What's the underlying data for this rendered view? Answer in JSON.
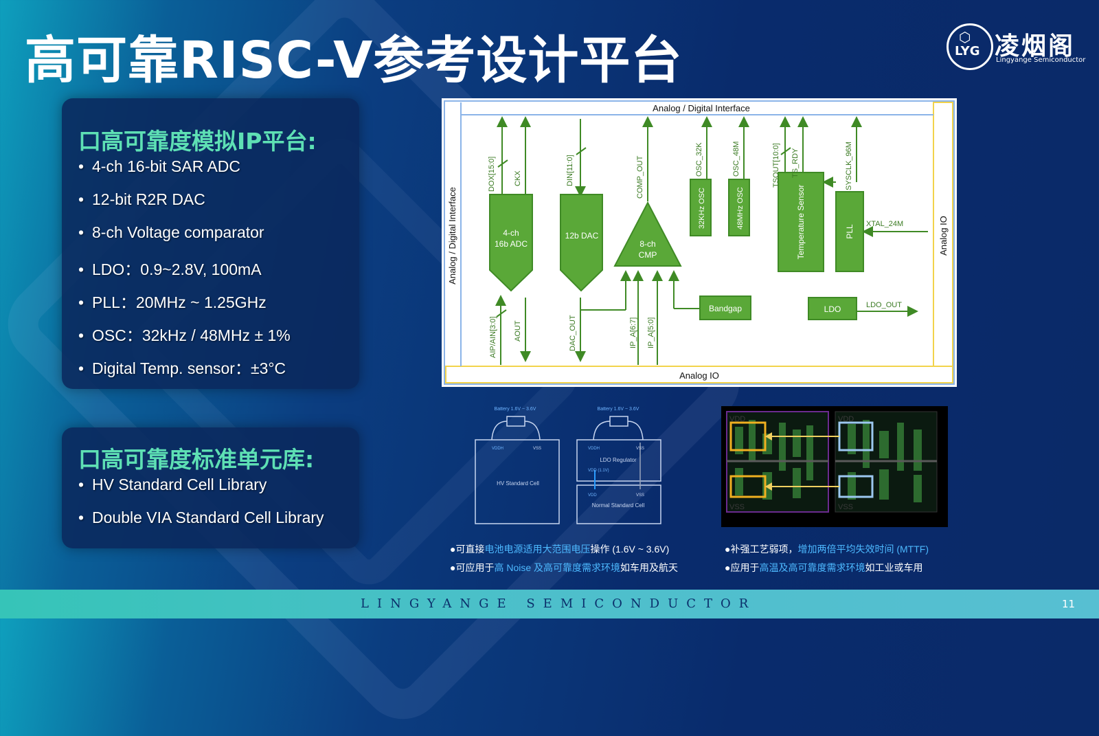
{
  "title": "高可靠RISC-V参考设计平台",
  "logo": {
    "mark": "LYG",
    "name_cn": "凌烟阁",
    "name_en": "Lingyange Semiconductor"
  },
  "panel1": {
    "heading": "口高可靠度模拟IP平台:",
    "items": [
      "4-ch 16-bit SAR ADC",
      "12-bit R2R DAC",
      "8-ch Voltage comparator",
      "LDO：0.9~2.8V, 100mA",
      "PLL：20MHz ~ 1.25GHz",
      "OSC：32kHz / 48MHz ± 1%",
      "Digital Temp. sensor：±3°C"
    ]
  },
  "panel2": {
    "heading": "口高可靠度标准单元库:",
    "items": [
      "HV Standard Cell Library",
      "Double VIA Standard Cell Library"
    ]
  },
  "block_diagram": {
    "top_bus": "Analog / Digital Interface",
    "left_bus": "Analog / Digital Interface",
    "right_bus": "Analog IO",
    "bottom_bus": "Analog IO",
    "adc": [
      "4-ch",
      "16b ADC"
    ],
    "dac": "12b DAC",
    "cmp": [
      "8-ch",
      "CMP"
    ],
    "osc32": "32KHz OSC",
    "osc48": "48MHz OSC",
    "temp": "Temperature Sensor",
    "pll": "PLL",
    "bandgap": "Bandgap",
    "ldo": "LDO",
    "signals": {
      "dox": "DOX[15:0]",
      "ckx": "CKX",
      "din": "DIN[11:0]",
      "comp_out": "COMP_OUT",
      "osc_32k": "OSC_32K",
      "osc_48m": "OSC_48M",
      "tsout": "TSOUT[10:0]",
      "ts_rdy": "TS_RDY",
      "sysclk": "SYSCLK_96M",
      "xtal": "XTAL_24M",
      "ldo_out": "LDO_OUT",
      "aip": "AIP/AIN[3:0]",
      "aout": "AOUT",
      "dac_out": "DAC_OUT",
      "ip_a_hi": "IP_A[6:7]",
      "ip_a_lo": "IP_A[5:0]"
    },
    "colors": {
      "block": "#5aa838",
      "block_stroke": "#3f8a25",
      "line": "#3f8a25",
      "frame_blue": "#8bb4e8",
      "frame_yellow": "#f2d34b"
    }
  },
  "cell_diagram": {
    "battery_label": "Battery 1.6V ~ 3.6V",
    "hv_cell": "HV Standard Cell",
    "ldo_reg": "LDO Regulator",
    "normal_cell": "Normal Standard Cell",
    "vddh": "VDDH",
    "vss": "VSS",
    "vdd": "VDD",
    "vdd_11": "VDD (1.1V)"
  },
  "layout_image": {
    "vdd": "VDD",
    "vss": "VSS"
  },
  "captions": {
    "left1": {
      "pre": "●可直接",
      "hl": "电池电源适用大范围电压",
      "post": "操作 (1.6V ~ 3.6V)"
    },
    "left2": {
      "pre": "●可应用于",
      "hl": "高 Noise 及高可靠度需求环境",
      "post": "如车用及航天"
    },
    "right1": {
      "pre": "●补强工艺弱项，",
      "hl": "增加两倍平均失效时间 (MTTF)",
      "post": ""
    },
    "right2": {
      "pre": "●应用于",
      "hl": "高温及高可靠度需求环境",
      "post": "如工业或车用"
    }
  },
  "footer": {
    "text": "LINGYANGE SEMICONDUCTOR",
    "page": "11"
  }
}
